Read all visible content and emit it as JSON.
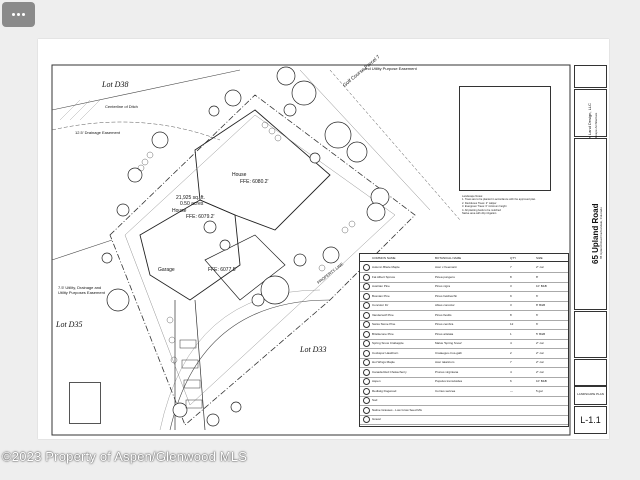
{
  "viewer": {
    "menu_icon": "more-dots-icon"
  },
  "watermark": "©2023 Property of Aspen/Glenwood MLS",
  "title_block": {
    "firm": "Ewe Land Design, LLC",
    "firm_sub": "Landscape Architecture",
    "road": "65 Upland Road",
    "road_sub": "65 Upland Road Carbondale, Colorado",
    "plan_label": "LANDSCAPE PLAN",
    "sheet_number": "L-1.1"
  },
  "plan": {
    "lot_d38": "Lot D38",
    "lot_d35": "Lot D35",
    "lot_d33": "Lot D33",
    "golf_course": "Golf Course Parcel 7",
    "utility_easement_top": "and Utility Purpose Easement",
    "centerline": "Centerline of Ditch",
    "drainage": "12.5' Drainage Easement",
    "utility_left": "7.5' Utility, Drainage and Utility Purposes Easement",
    "house1": "House",
    "ffe1": "FFE: 6080.2'",
    "area": "21,925 sq. ft.",
    "acres": "0.50 acres",
    "house2": "House",
    "ffe2": "FFE: 6079.2'",
    "garage": "Garage",
    "ffe3": "FFE: 6077.5'",
    "property_line": "PROPERTY LINE"
  },
  "legend": {
    "headers": [
      "COMMON NAME",
      "BOTANICAL NAME",
      "QTY",
      "SIZE"
    ],
    "rows": [
      [
        "Autumn Blaze Maple",
        "Acer x freemanii",
        "7",
        "2\" cal"
      ],
      [
        "Fat Albert Spruce",
        "Picea pungens",
        "8",
        "8'"
      ],
      [
        "Austrian Pine",
        "Pinus nigra",
        "3",
        "10' B&B"
      ],
      [
        "Bosnian Pine",
        "Pinus heldreichii",
        "9",
        "6'"
      ],
      [
        "Concolor Fir",
        "Abies concolor",
        "3",
        "8' B&B"
      ],
      [
        "Vanderwolf Pine",
        "Pinus flexilis",
        "8",
        "6'"
      ],
      [
        "Swiss Stone Pine",
        "Pinus cembra",
        "12",
        "6'"
      ],
      [
        "Bristlecone Pine",
        "Pinus aristata",
        "1",
        "5' B&B"
      ],
      [
        "Spring Snow Crabapple",
        "Malus 'Spring Snow'",
        "4",
        "2\" cal"
      ],
      [
        "Cockspur Hawthorn",
        "Crataegus crus-galli",
        "2",
        "2\" cal"
      ],
      [
        "Hot Wings Maple",
        "Acer tataricum",
        "7",
        "2\" cal"
      ],
      [
        "Canada Red Chokecherry",
        "Prunus virginiana",
        "4",
        "2\" cal"
      ],
      [
        "Aspen",
        "Populus tremuloides",
        "6",
        "10' B&B"
      ],
      [
        "Redtwig Dogwood",
        "Cornus sericea",
        "—",
        "5 gal"
      ],
      [
        "Sod",
        "",
        "",
        ""
      ],
      [
        "Native Grasses - Low Grow Seed Mix",
        "",
        "",
        ""
      ],
      [
        "Gravel",
        "",
        "",
        ""
      ]
    ]
  },
  "notes": [
    "Landscape Notes:",
    "1. Trees are to be planted in accordance with the approved plan.",
    "2. Deciduous Trees: 2\" caliper",
    "3. Evergreen Trees: 6' minimum height",
    "4. All planting beds to be mulched",
    "Native area with drip irrigation"
  ],
  "colors": {
    "sheet": "#ffffff",
    "background": "#eeeeee",
    "ink": "#222222"
  }
}
